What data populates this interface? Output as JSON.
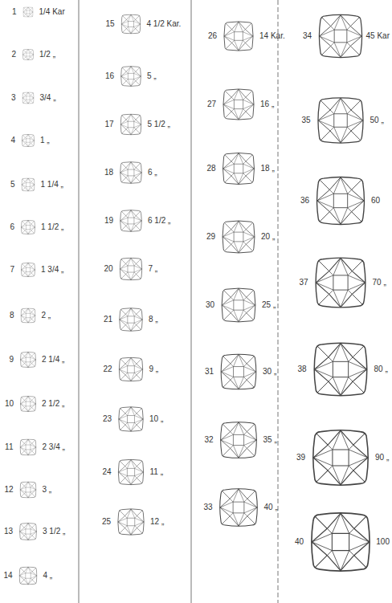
{
  "diagram": {
    "labels": [
      "1",
      "1/4 Kar",
      "2",
      "1/2 „",
      "3",
      "3/4 „",
      "4",
      "1 „",
      "5",
      "1 1/4 „",
      "6",
      "1 1/2 „",
      "7",
      "1 3/4 „",
      "8",
      "2 „",
      "9",
      "2 1/4 „",
      "10",
      "2 1/2 „",
      "11",
      "2 3/4 „",
      "12",
      "3 „",
      "13",
      "3 1/2 „",
      "14",
      "4 „",
      "15",
      "4 1/2 Kar.",
      "16",
      "5 „",
      "17",
      "5 1/2 „",
      "18",
      "6 „",
      "19",
      "6 1/2 „",
      "20",
      "7 „",
      "21",
      "8 „",
      "22",
      "9 „",
      "23",
      "10 „",
      "24",
      "11 „",
      "25",
      "12 „",
      "26",
      "14 Kar.",
      "27",
      "16 „",
      "28",
      "18 „",
      "29",
      "20 „",
      "30",
      "25 „",
      "31",
      "30 „",
      "32",
      "35 „",
      "33",
      "40 „",
      "34",
      "45 Kar",
      "35",
      "50 „",
      "36",
      "60",
      "37",
      "70 „",
      "38",
      "80 „",
      "39",
      "90 „",
      "40",
      "100"
    ]
  }
}
